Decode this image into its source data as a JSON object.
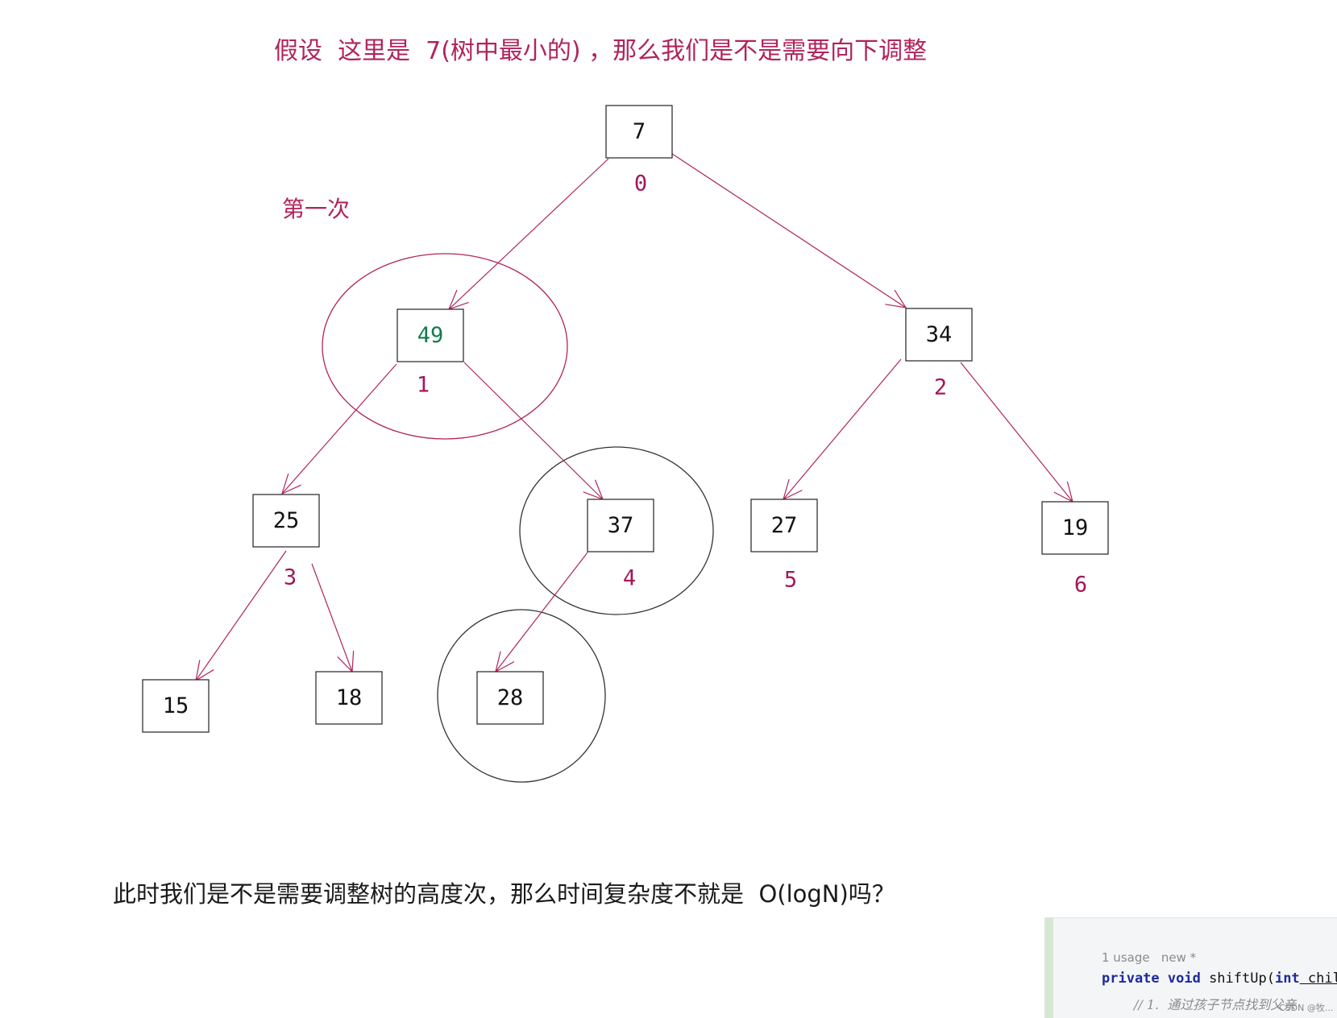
{
  "title": "假设  这里是  7(树中最小的) ，那么我们是不是需要向下调整",
  "step_label": "第一次",
  "question": "此时我们是不是需要调整树的高度次，那么时间复杂度不就是  O(logN)吗？",
  "tree": {
    "nodes": [
      {
        "value": "7",
        "index": "0",
        "highlight": false
      },
      {
        "value": "49",
        "index": "1",
        "highlight": true
      },
      {
        "value": "34",
        "index": "2",
        "highlight": false
      },
      {
        "value": "25",
        "index": "3",
        "highlight": false
      },
      {
        "value": "37",
        "index": "4",
        "highlight": false
      },
      {
        "value": "27",
        "index": "5",
        "highlight": false
      },
      {
        "value": "19",
        "index": "6",
        "highlight": false
      },
      {
        "value": "15",
        "index": "",
        "highlight": false
      },
      {
        "value": "18",
        "index": "",
        "highlight": false
      },
      {
        "value": "28",
        "index": "",
        "highlight": false
      }
    ],
    "edges": [
      {
        "from": "7",
        "to": "49"
      },
      {
        "from": "7",
        "to": "34"
      },
      {
        "from": "49",
        "to": "25"
      },
      {
        "from": "49",
        "to": "37"
      },
      {
        "from": "34",
        "to": "27"
      },
      {
        "from": "34",
        "to": "19"
      },
      {
        "from": "25",
        "to": "15"
      },
      {
        "from": "25",
        "to": "18"
      },
      {
        "from": "37",
        "to": "28"
      }
    ],
    "colors": {
      "edge": "#b0245c",
      "index": "#a31758",
      "highlight_value": "#137a4f"
    }
  },
  "code_snippet": {
    "meta": "1 usage   new *",
    "line1_kw": "private void",
    "line1_rest": " shiftUp(",
    "line1_kw2": "int",
    "line1_arg": " child",
    "line2": "// 1.  通过孩子节点找到父亲"
  },
  "watermark": "CSDN @牧..."
}
